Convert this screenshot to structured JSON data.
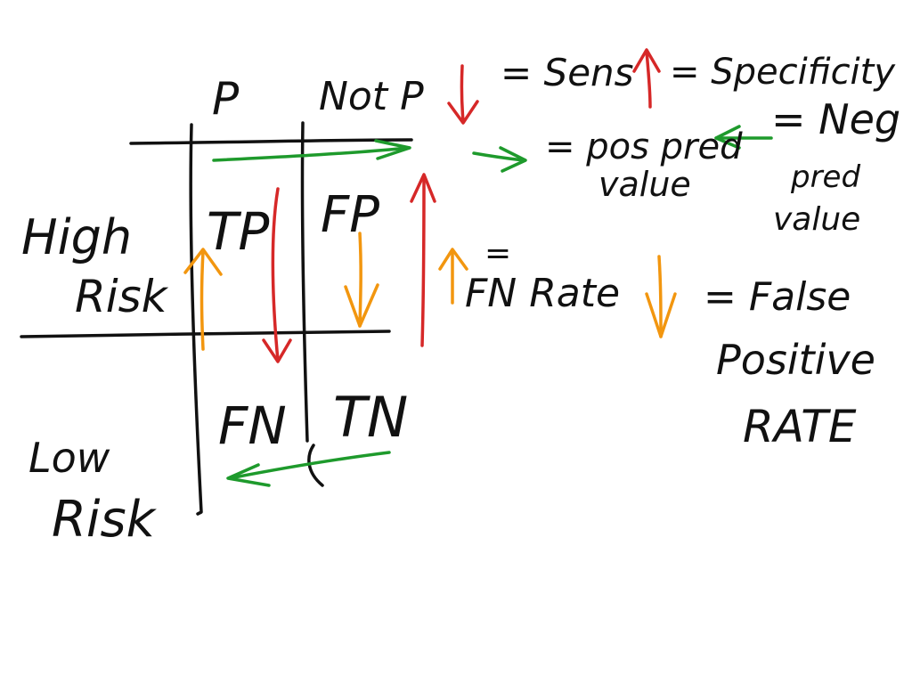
{
  "colors": {
    "ink": "#111111",
    "red": "#d62828",
    "green": "#1e9a2c",
    "orange": "#f2960f"
  },
  "matrix": {
    "col_positive": "P",
    "col_negative": "Not P",
    "row_high_line1": "High",
    "row_high_line2": "Risk",
    "row_low_line1": "Low",
    "row_low_line2": "Risk",
    "cell_tp": "TP",
    "cell_fp": "FP",
    "cell_fn": "FN",
    "cell_tn": "TN"
  },
  "legend": {
    "sensitivity": "= Sens",
    "specificity": "= Specificity",
    "ppv_line1": "= pos pred",
    "ppv_line2": "value",
    "npv_line1": "= Neg",
    "npv_line2": "pred",
    "npv_line3": "value",
    "fn_rate_mark": "=",
    "fn_rate": "FN Rate",
    "fp_rate_line1": "= False",
    "fp_rate_line2": "Positive",
    "fp_rate_line3": "RATE"
  }
}
